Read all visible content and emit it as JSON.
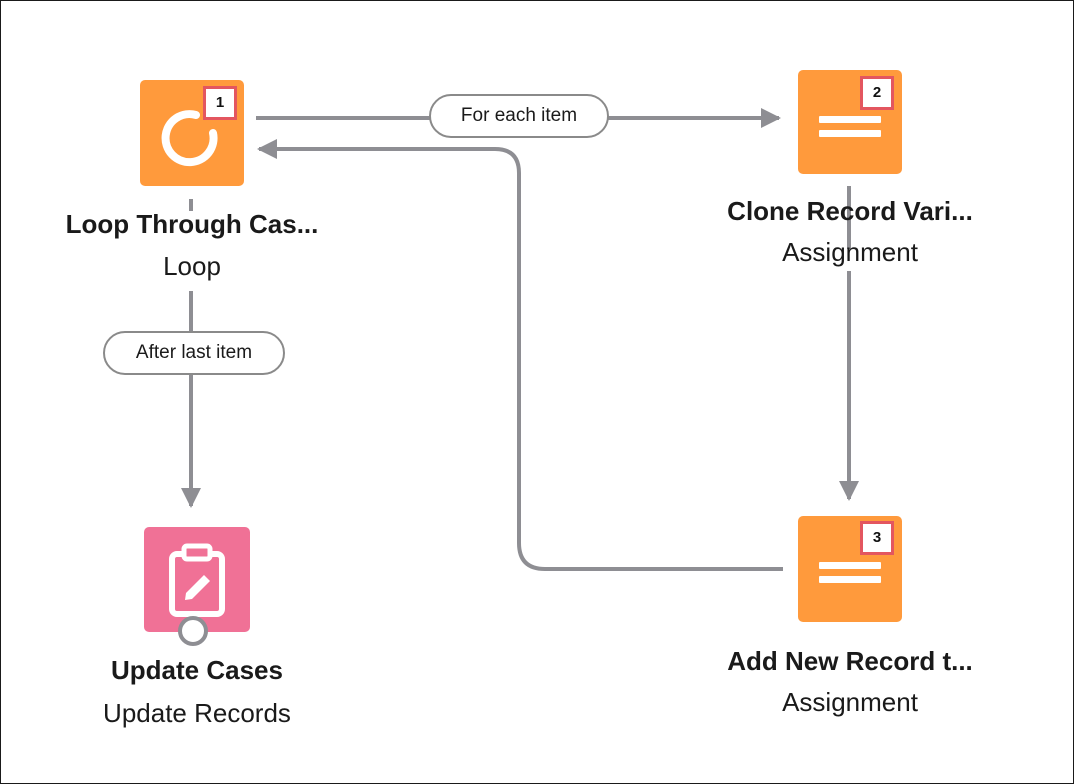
{
  "nodes": {
    "loop": {
      "title": "Loop Through Cas...",
      "type": "Loop",
      "badge": "1"
    },
    "clone": {
      "title": "Clone Record Vari...",
      "type": "Assignment",
      "badge": "2"
    },
    "add": {
      "title": "Add New Record t...",
      "type": "Assignment",
      "badge": "3"
    },
    "update": {
      "title": "Update Cases",
      "type": "Update Records"
    }
  },
  "connectors": {
    "for_each": "For each item",
    "after_last": "After last item"
  },
  "colors": {
    "assignment": "#ff9a3c",
    "loop": "#ff9a3c",
    "update_records": "#f07196",
    "connector": "#8e8e93",
    "badge_border": "#e3565f"
  },
  "icons": {
    "loop": "loop-icon",
    "assignment": "assignment-icon",
    "update_records": "update-records-icon"
  }
}
